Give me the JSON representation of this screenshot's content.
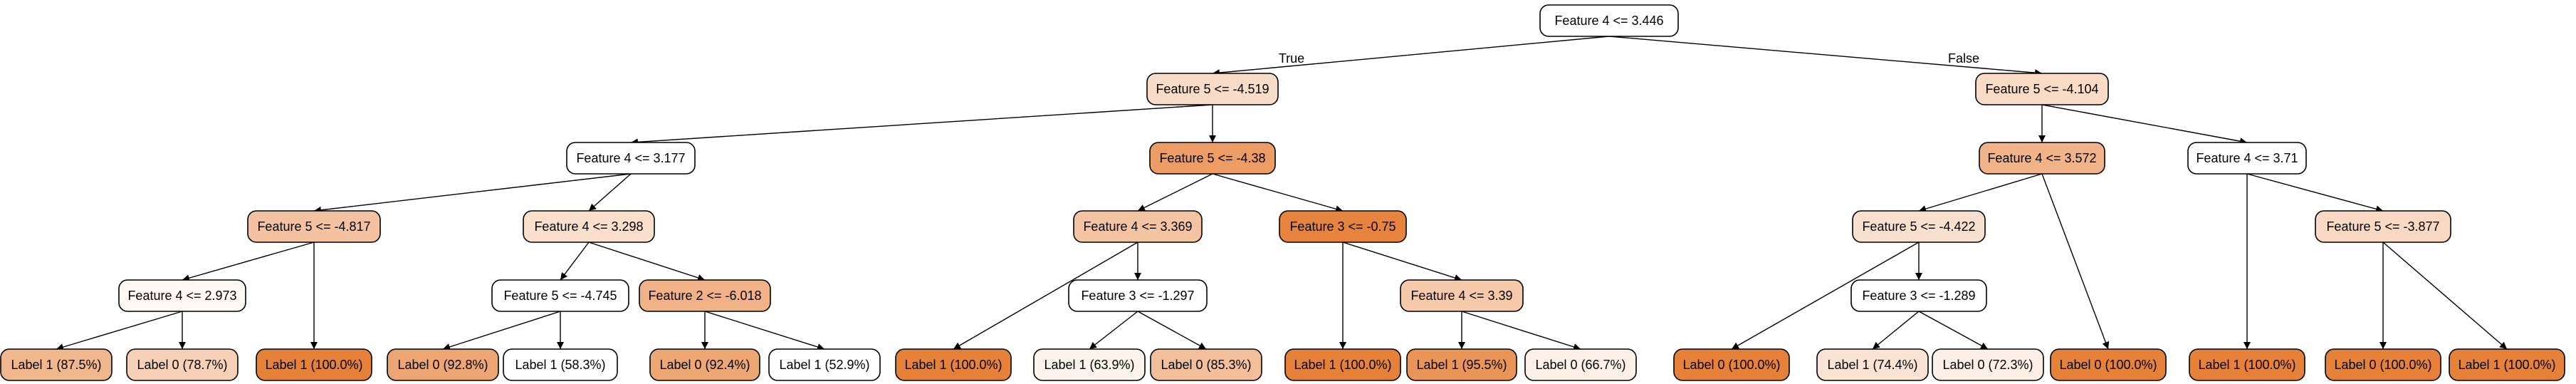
{
  "tree": {
    "edge_labels": {
      "true": "True",
      "false": "False"
    },
    "nodes": [
      {
        "id": "n0",
        "label": "Feature 4 <= 3.446",
        "fill": "#ffffff"
      },
      {
        "id": "n1",
        "label": "Feature 5 <= -4.519",
        "fill": "#f9dcc8"
      },
      {
        "id": "n2",
        "label": "Feature 4 <= 3.177",
        "fill": "#ffffff"
      },
      {
        "id": "n3",
        "label": "Feature 5 <= -4.817",
        "fill": "#f4c2a0"
      },
      {
        "id": "n4",
        "label": "Feature 4 <= 2.973",
        "fill": "#fef7f2"
      },
      {
        "id": "n5",
        "label": "Label 1 (87.5%)",
        "fill": "#f0b68c"
      },
      {
        "id": "n6",
        "label": "Label 0 (78.7%)",
        "fill": "#f6d1b7"
      },
      {
        "id": "n7",
        "label": "Label 1 (100.0%)",
        "fill": "#e58139"
      },
      {
        "id": "n8",
        "label": "Feature 4 <= 3.298",
        "fill": "#f9dfcc"
      },
      {
        "id": "n9",
        "label": "Feature 5 <= -4.745",
        "fill": "#ffffff"
      },
      {
        "id": "n10",
        "label": "Label 0 (92.8%)",
        "fill": "#eda673"
      },
      {
        "id": "n11",
        "label": "Label 1 (58.3%)",
        "fill": "#ffffff"
      },
      {
        "id": "n12",
        "label": "Feature 2 <= -6.018",
        "fill": "#f0b286"
      },
      {
        "id": "n13",
        "label": "Label 0 (92.4%)",
        "fill": "#eda774"
      },
      {
        "id": "n14",
        "label": "Label 1 (52.9%)",
        "fill": "#ffffff"
      },
      {
        "id": "n15",
        "label": "Feature 5 <= -4.38",
        "fill": "#eb9d65"
      },
      {
        "id": "n16",
        "label": "Feature 4 <= 3.369",
        "fill": "#f4c4a2"
      },
      {
        "id": "n17",
        "label": "Label 1 (100.0%)",
        "fill": "#e58139"
      },
      {
        "id": "n18",
        "label": "Feature 3 <= -1.297",
        "fill": "#ffffff"
      },
      {
        "id": "n19",
        "label": "Label 1 (63.9%)",
        "fill": "#fdf3ec"
      },
      {
        "id": "n20",
        "label": "Label 0 (85.3%)",
        "fill": "#f3bf9b"
      },
      {
        "id": "n21",
        "label": "Feature 3 <= -0.75",
        "fill": "#e6843d"
      },
      {
        "id": "n22",
        "label": "Label 1 (100.0%)",
        "fill": "#e58139"
      },
      {
        "id": "n23",
        "label": "Feature 4 <= 3.39",
        "fill": "#f5c9a9"
      },
      {
        "id": "n24",
        "label": "Label 1 (95.5%)",
        "fill": "#e99558"
      },
      {
        "id": "n25",
        "label": "Label 0 (66.7%)",
        "fill": "#fcf0e7"
      },
      {
        "id": "n26",
        "label": "Feature 5 <= -4.104",
        "fill": "#f9dbc6"
      },
      {
        "id": "n27",
        "label": "Feature 4 <= 3.572",
        "fill": "#f1b388"
      },
      {
        "id": "n28",
        "label": "Feature 5 <= -4.422",
        "fill": "#f9e0ce"
      },
      {
        "id": "n29",
        "label": "Label 0 (100.0%)",
        "fill": "#e58139"
      },
      {
        "id": "n30",
        "label": "Feature 3 <= -1.289",
        "fill": "#ffffff"
      },
      {
        "id": "n31",
        "label": "Label 1 (74.4%)",
        "fill": "#fae3d3"
      },
      {
        "id": "n32",
        "label": "Label 0 (72.3%)",
        "fill": "#fcefe5"
      },
      {
        "id": "n33",
        "label": "Label 0 (100.0%)",
        "fill": "#e58139"
      },
      {
        "id": "n34",
        "label": "Feature 4 <= 3.71",
        "fill": "#ffffff"
      },
      {
        "id": "n35",
        "label": "Label 1 (100.0%)",
        "fill": "#e58139"
      },
      {
        "id": "n36",
        "label": "Feature 5 <= -3.877",
        "fill": "#f9d9c3"
      },
      {
        "id": "n37",
        "label": "Label 0 (100.0%)",
        "fill": "#e58139"
      },
      {
        "id": "n38",
        "label": "Label 1 (100.0%)",
        "fill": "#e58139"
      }
    ],
    "edges": [
      {
        "from": "n0",
        "to": "n1",
        "label": "true"
      },
      {
        "from": "n0",
        "to": "n26",
        "label": "false"
      },
      {
        "from": "n1",
        "to": "n2"
      },
      {
        "from": "n1",
        "to": "n15"
      },
      {
        "from": "n2",
        "to": "n3"
      },
      {
        "from": "n2",
        "to": "n8"
      },
      {
        "from": "n3",
        "to": "n4"
      },
      {
        "from": "n3",
        "to": "n7"
      },
      {
        "from": "n4",
        "to": "n5"
      },
      {
        "from": "n4",
        "to": "n6"
      },
      {
        "from": "n8",
        "to": "n9"
      },
      {
        "from": "n8",
        "to": "n12"
      },
      {
        "from": "n9",
        "to": "n10"
      },
      {
        "from": "n9",
        "to": "n11"
      },
      {
        "from": "n12",
        "to": "n13"
      },
      {
        "from": "n12",
        "to": "n14"
      },
      {
        "from": "n15",
        "to": "n16"
      },
      {
        "from": "n15",
        "to": "n21"
      },
      {
        "from": "n16",
        "to": "n17"
      },
      {
        "from": "n16",
        "to": "n18"
      },
      {
        "from": "n18",
        "to": "n19"
      },
      {
        "from": "n18",
        "to": "n20"
      },
      {
        "from": "n21",
        "to": "n22"
      },
      {
        "from": "n21",
        "to": "n23"
      },
      {
        "from": "n23",
        "to": "n24"
      },
      {
        "from": "n23",
        "to": "n25"
      },
      {
        "from": "n26",
        "to": "n27"
      },
      {
        "from": "n26",
        "to": "n34"
      },
      {
        "from": "n27",
        "to": "n28"
      },
      {
        "from": "n27",
        "to": "n33"
      },
      {
        "from": "n28",
        "to": "n29"
      },
      {
        "from": "n28",
        "to": "n30"
      },
      {
        "from": "n30",
        "to": "n31"
      },
      {
        "from": "n30",
        "to": "n32"
      },
      {
        "from": "n34",
        "to": "n35"
      },
      {
        "from": "n34",
        "to": "n36"
      },
      {
        "from": "n36",
        "to": "n37"
      },
      {
        "from": "n36",
        "to": "n38"
      }
    ]
  }
}
